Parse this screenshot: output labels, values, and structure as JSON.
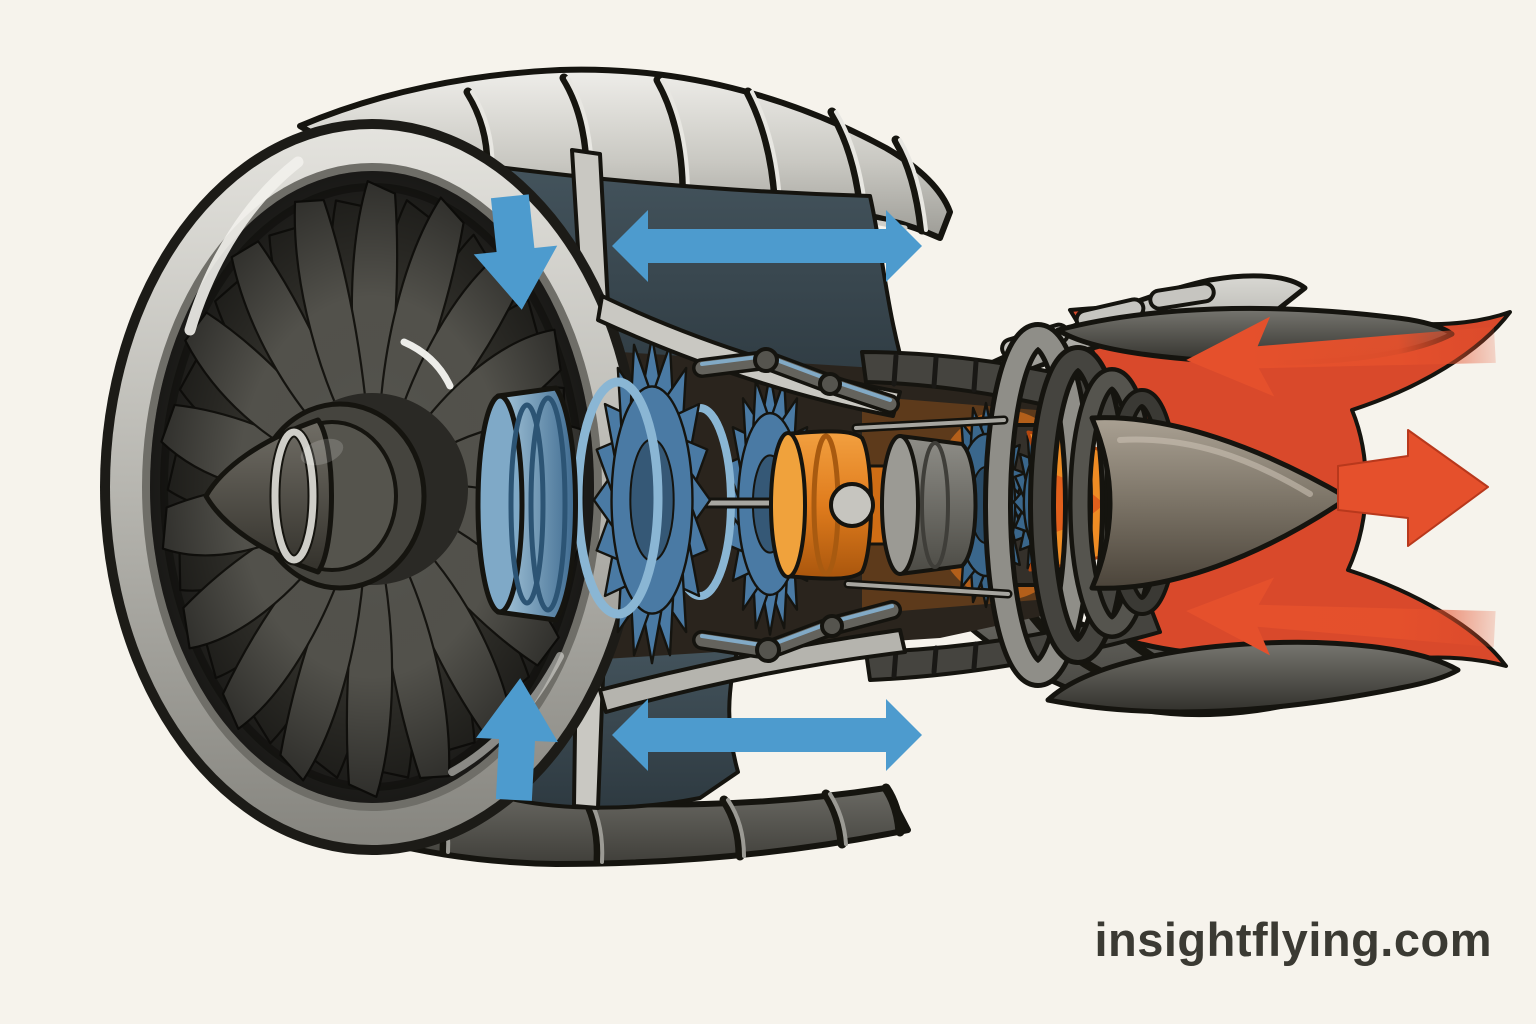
{
  "watermark": {
    "text": "insightflying.com"
  },
  "palette": {
    "background": "#f6f3ec",
    "arrow_blue": "#4d9bce",
    "arrow_red": "#e5502c",
    "flame_red": "#d9492b",
    "core_orange": "#e07c1d",
    "compressor_blue": "#4a7aa4",
    "turbine_teal": "#3a678c",
    "nacelle_silver": "#c9c8c2",
    "casing_dark": "#45443f",
    "duct_slate": "#2e3a41",
    "watermark_color": "#3b3a33"
  },
  "diagram": {
    "subject": "Turbofan jet engine cutaway with airflow arrows",
    "airflow_arrows": [
      {
        "name": "intake-flow-top",
        "color": "blue",
        "direction": "down"
      },
      {
        "name": "bypass-flow-top",
        "color": "blue",
        "direction": "left-right"
      },
      {
        "name": "intake-flow-bottom",
        "color": "blue",
        "direction": "up"
      },
      {
        "name": "bypass-flow-bottom",
        "color": "blue",
        "direction": "left-right"
      },
      {
        "name": "exhaust-flow-top",
        "color": "red",
        "direction": "left"
      },
      {
        "name": "exhaust-flow-center",
        "color": "red",
        "direction": "right"
      },
      {
        "name": "exhaust-flow-bottom",
        "color": "red",
        "direction": "left"
      }
    ]
  }
}
